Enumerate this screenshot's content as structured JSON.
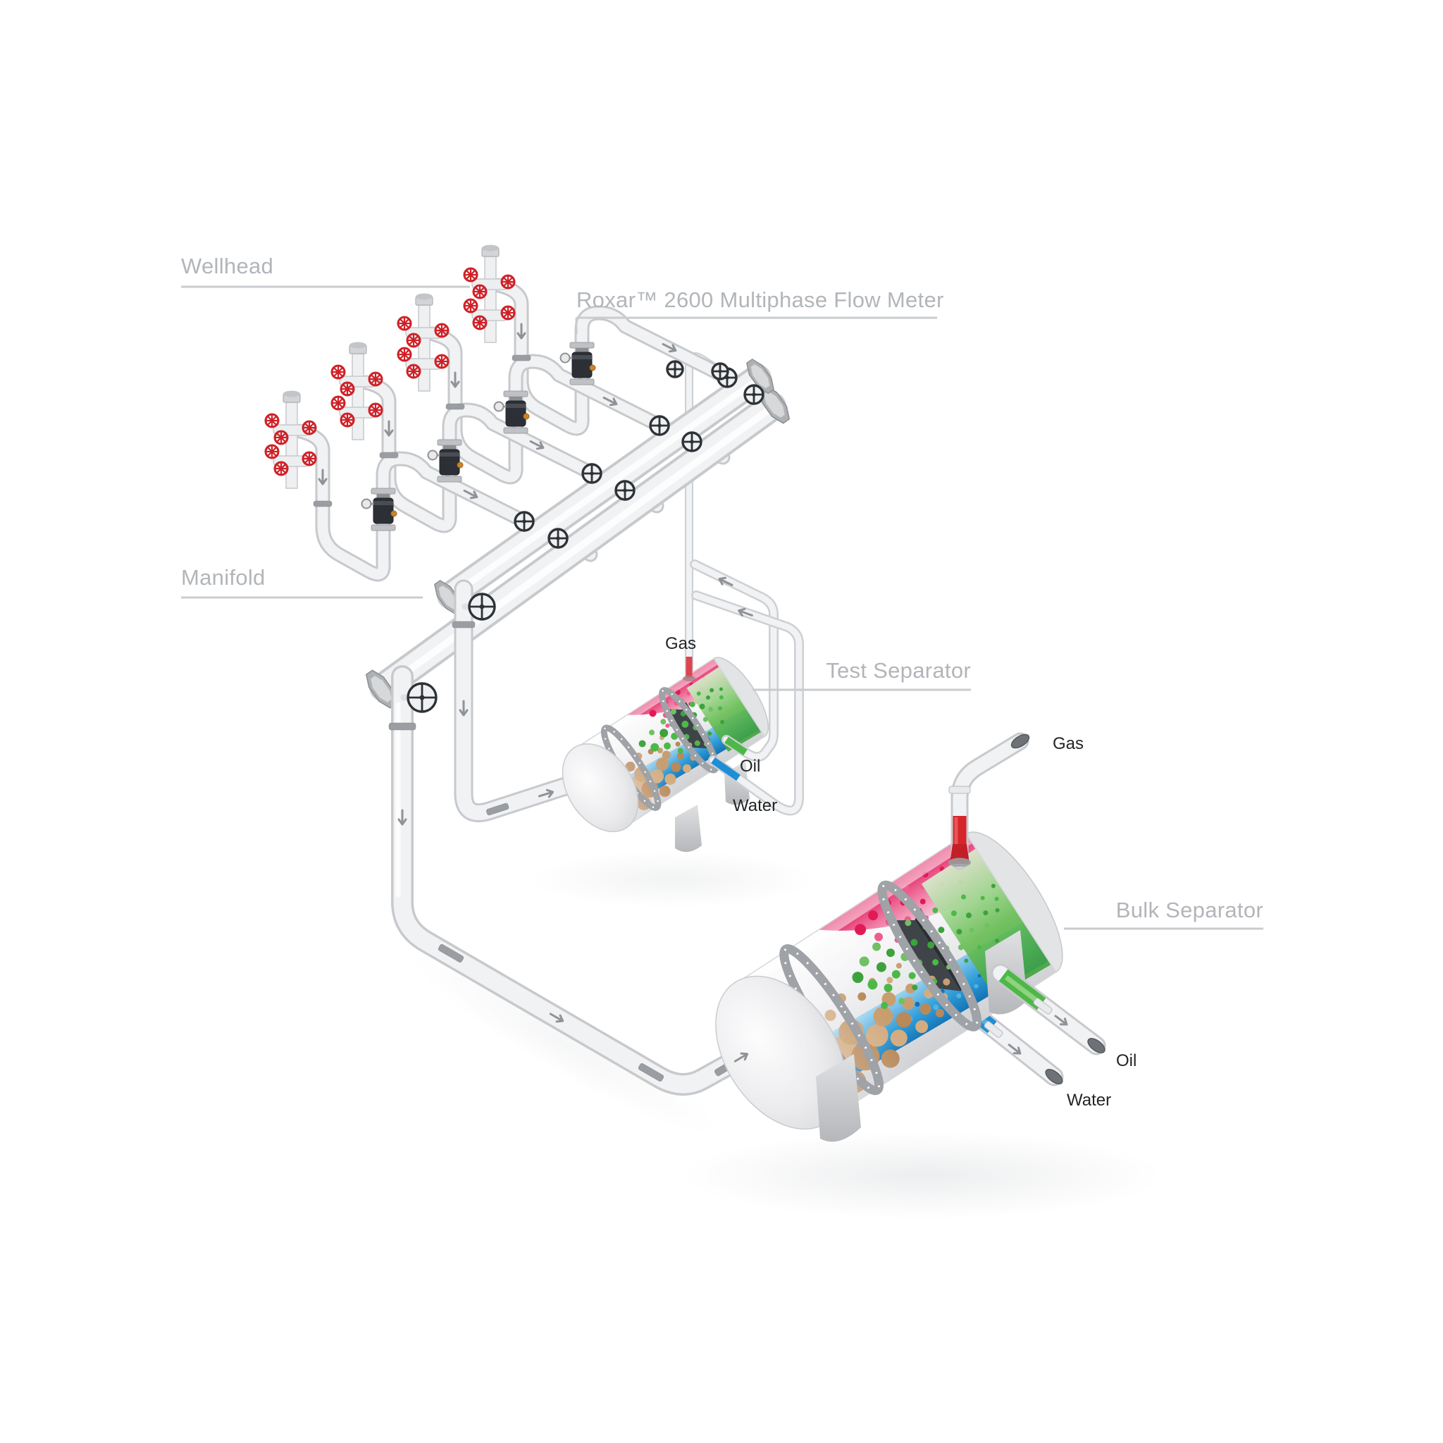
{
  "diagram": {
    "callouts": {
      "wellhead": "Wellhead",
      "flow_meter": "Roxar™ 2600 Multiphase Flow Meter",
      "manifold": "Manifold",
      "test_separator": "Test Separator",
      "bulk_separator": "Bulk Separator"
    },
    "test_separator_streams": {
      "gas": "Gas",
      "oil": "Oil",
      "water": "Water"
    },
    "bulk_separator_streams": {
      "gas": "Gas",
      "oil": "Oil",
      "water": "Water"
    },
    "colors": {
      "gas_accent": "#e60f54",
      "gas_pipe": "#d6252b",
      "oil_accent": "#4db848",
      "water_accent": "#1e8ed8",
      "crude_accent": "#c79b6d",
      "callout_text": "#b2b5b9",
      "callout_line": "#c9cccf",
      "stream_text": "#222426"
    }
  }
}
